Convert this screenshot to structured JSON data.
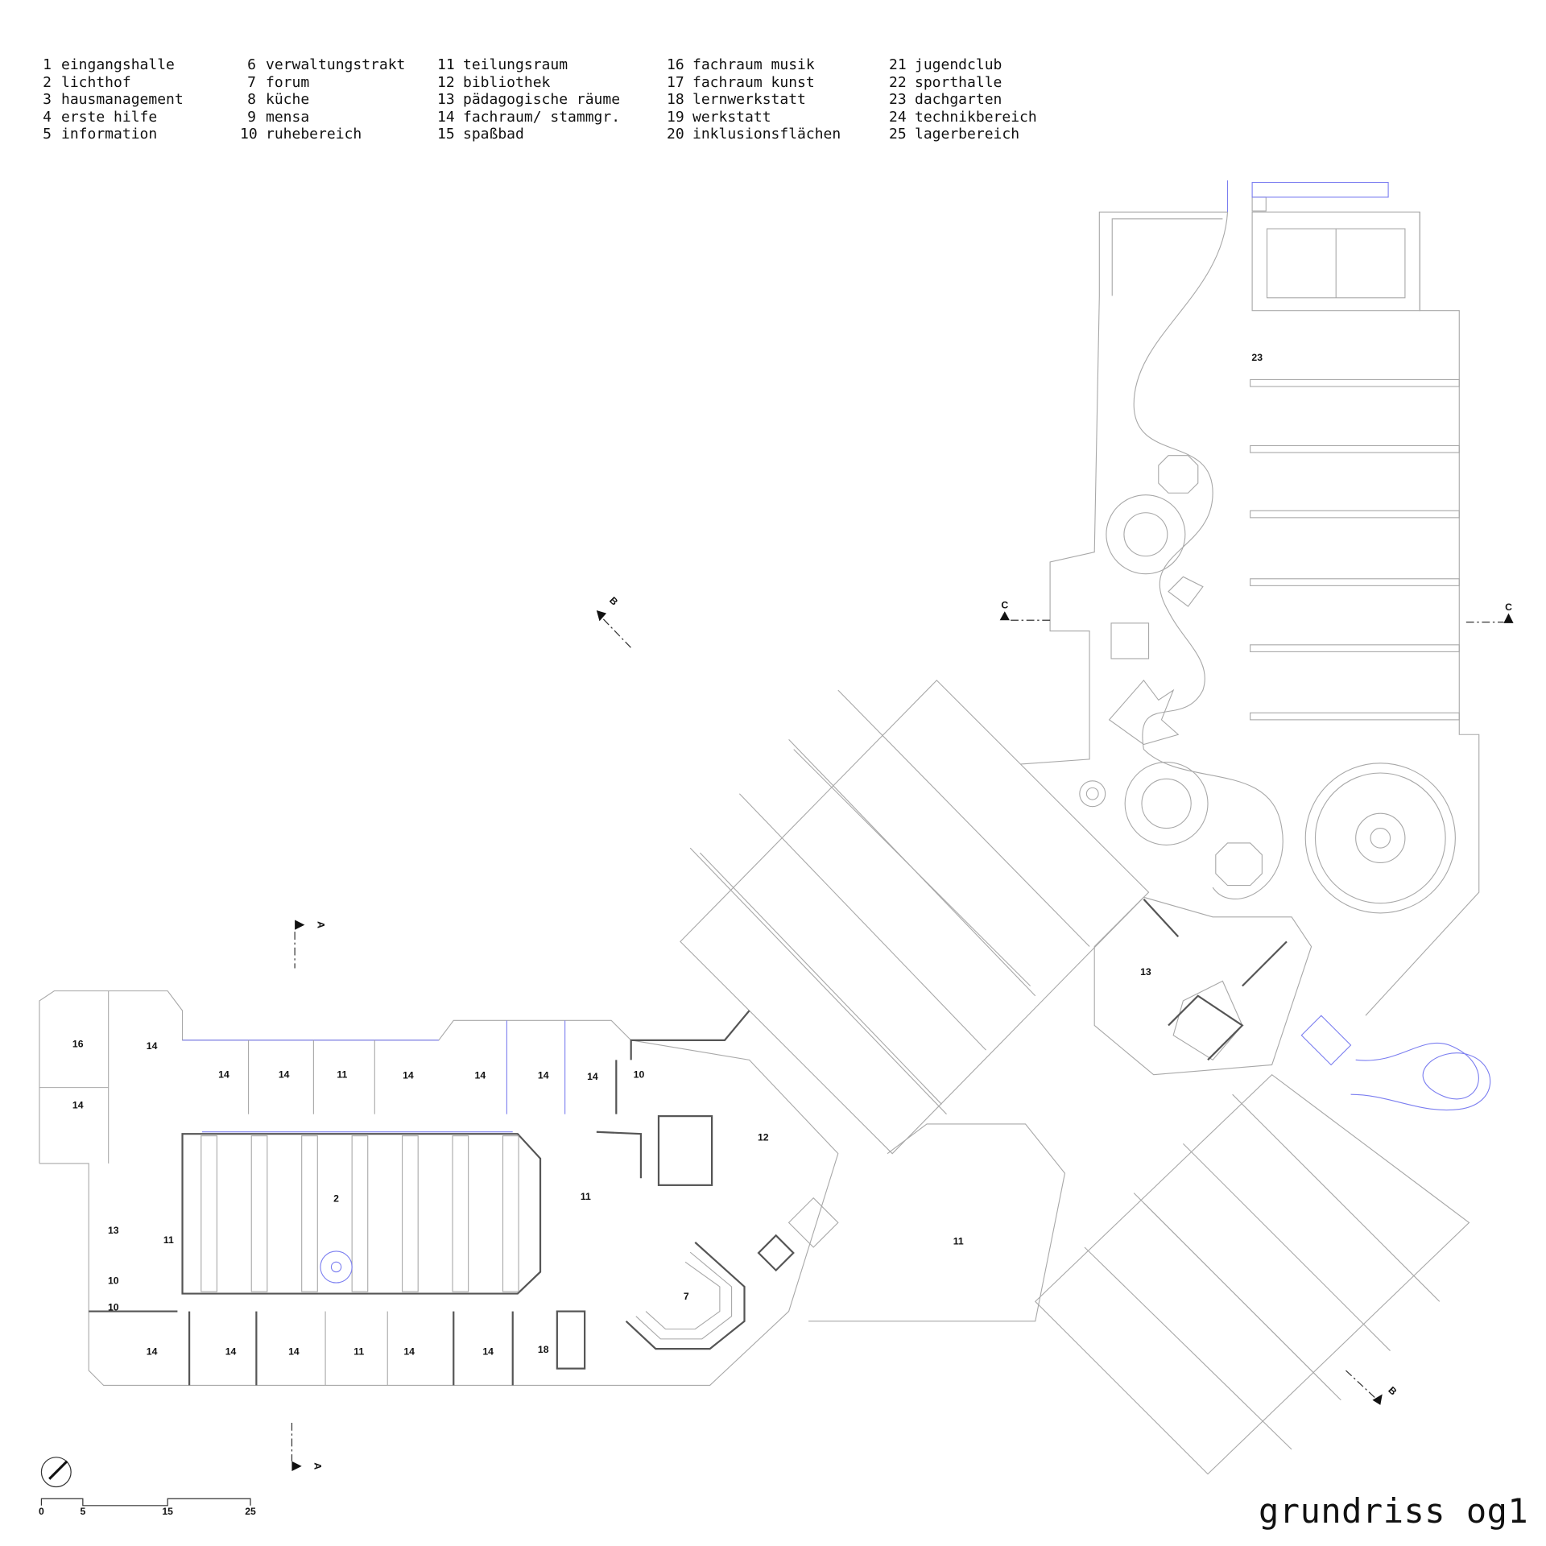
{
  "legend": {
    "columns": [
      [
        {
          "num": "1",
          "label": "eingangshalle"
        },
        {
          "num": "2",
          "label": "lichthof"
        },
        {
          "num": "3",
          "label": "hausmanagement"
        },
        {
          "num": "4",
          "label": "erste hilfe"
        },
        {
          "num": "5",
          "label": "information"
        }
      ],
      [
        {
          "num": "6",
          "label": "verwaltungstrakt"
        },
        {
          "num": "7",
          "label": "forum"
        },
        {
          "num": "8",
          "label": "küche"
        },
        {
          "num": "9",
          "label": "mensa"
        },
        {
          "num": "10",
          "label": "ruhebereich"
        }
      ],
      [
        {
          "num": "11",
          "label": "teilungsraum"
        },
        {
          "num": "12",
          "label": "bibliothek"
        },
        {
          "num": "13",
          "label": "pädagogische räume"
        },
        {
          "num": "14",
          "label": "fachraum/ stammgr."
        },
        {
          "num": "15",
          "label": "spaßbad"
        }
      ],
      [
        {
          "num": "16",
          "label": "fachraum musik"
        },
        {
          "num": "17",
          "label": "fachraum kunst"
        },
        {
          "num": "18",
          "label": "lernwerkstatt"
        },
        {
          "num": "19",
          "label": "werkstatt"
        },
        {
          "num": "20",
          "label": "inklusionsflächen"
        }
      ],
      [
        {
          "num": "21",
          "label": "jugendclub"
        },
        {
          "num": "22",
          "label": "sporthalle"
        },
        {
          "num": "23",
          "label": "dachgarten"
        },
        {
          "num": "24",
          "label": "technikbereich"
        },
        {
          "num": "25",
          "label": "lagerbereich"
        }
      ]
    ]
  },
  "rooms": [
    "16",
    "14",
    "14",
    "14",
    "14",
    "11",
    "14",
    "14",
    "14",
    "14",
    "10",
    "12",
    "2",
    "11",
    "13",
    "11",
    "10",
    "10",
    "14",
    "14",
    "14",
    "11",
    "14",
    "14",
    "18",
    "7",
    "11",
    "13",
    "23"
  ],
  "sections": {
    "a": "A",
    "b": "B",
    "c": "C"
  },
  "scale_bar": {
    "labels": [
      "0",
      "5",
      "15",
      "25"
    ]
  },
  "title": "grundriss og1",
  "colors": {
    "lines": "#a8a8a8",
    "walls": "#555555",
    "accent": "#7b7ef0",
    "text": "#111111"
  }
}
